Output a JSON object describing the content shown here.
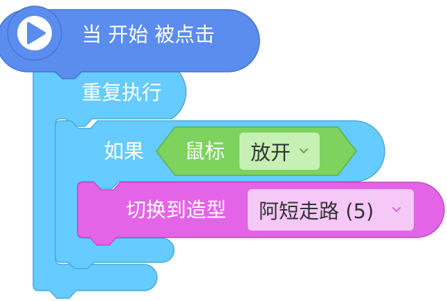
{
  "colors": {
    "event": "#5b8def",
    "event_border": "#4a72cf",
    "event_icon_bg": "#ffffff",
    "event_icon": "#5b8def",
    "control": "#66ccff",
    "control_border": "#4aa8dc",
    "sensing": "#7dd35e",
    "sensing_border": "#5cb040",
    "sensing_field": "#c7f0b4",
    "sensing_chevron": "#5cb040",
    "looks": "#e464e8",
    "looks_border": "#c247c6",
    "looks_field": "#f6c8f8",
    "looks_chevron": "#d26cd6",
    "text": "#ffffff",
    "field_text": "#333333"
  },
  "hat_block": {
    "icon": "play-icon",
    "label": "当 开始 被点击"
  },
  "repeat_block": {
    "label": "重复执行"
  },
  "if_block": {
    "label": "如果",
    "condition": {
      "label": "鼠标",
      "dropdown_value": "放开",
      "dropdown_icon": "chevron-down-icon"
    }
  },
  "costume_block": {
    "label": "切换到造型",
    "dropdown_value": "阿短走路 (5)",
    "dropdown_icon": "chevron-down-icon"
  }
}
